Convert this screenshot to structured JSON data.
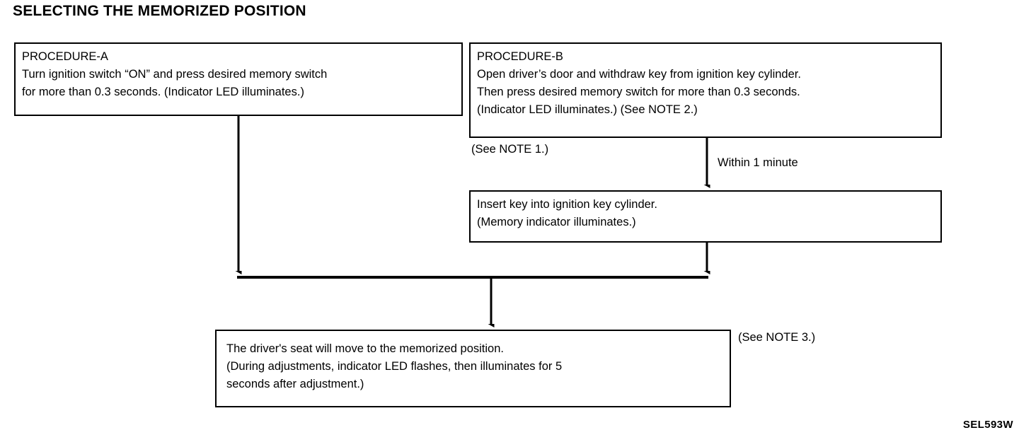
{
  "page": {
    "title": "SELECTING THE MEMORIZED POSITION",
    "diagram_code": "SEL593W"
  },
  "boxes": {
    "procedure_a": {
      "heading": "PROCEDURE-A",
      "text": "PROCEDURE-A\nTurn ignition switch “ON” and press desired memory switch\nfor more than 0.3 seconds. (Indicator LED illuminates.)"
    },
    "procedure_b": {
      "heading": "PROCEDURE-B",
      "text": "PROCEDURE-B\nOpen driver’s door and withdraw key from ignition key cylinder.\nThen press desired memory switch for more than 0.3 seconds.\n(Indicator LED illuminates.) (See NOTE 2.)"
    },
    "insert_key": {
      "text": "Insert key into ignition key cylinder.\n(Memory indicator illuminates.)"
    },
    "result": {
      "text": "The driver's seat will move to the memorized position.\n(During adjustments, indicator LED flashes, then illuminates for 5\nseconds after adjustment.)"
    }
  },
  "annotations": {
    "note_1": "(See NOTE 1.)",
    "within_one_minute": "Within 1 minute",
    "note_3": "(See NOTE 3.)"
  },
  "colors": {
    "ink": "#000000",
    "paper": "#ffffff"
  }
}
